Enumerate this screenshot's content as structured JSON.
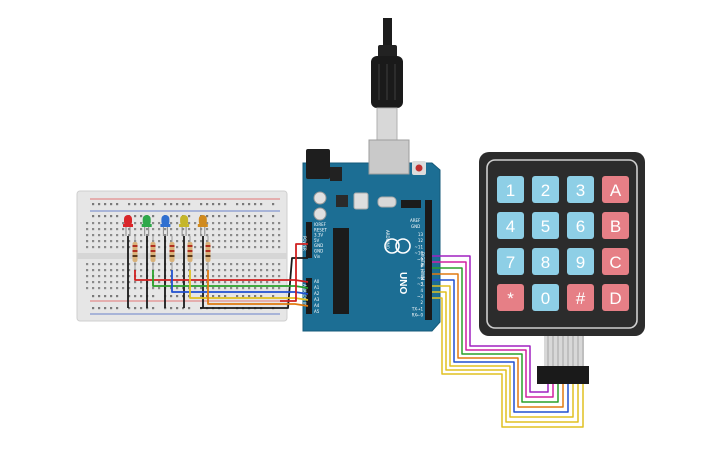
{
  "board": {
    "logo_text": "UNO",
    "brand_text": "ARDUINO",
    "aref": "AREF",
    "gnd": "GND",
    "power_label": "POWER",
    "analog_label": "ANALOG IN",
    "digital_label": "DIGITAL (PWM ~)",
    "power_pins": [
      "IOREF",
      "RESET",
      "3.3V",
      "5V",
      "GND",
      "GND",
      "Vin"
    ],
    "analog_pins": [
      "A0",
      "A1",
      "A2",
      "A3",
      "A4",
      "A5"
    ],
    "digital_pins": [
      "13",
      "12",
      "~11",
      "~10",
      "~9",
      "8",
      "7",
      "~6",
      "~5",
      "4",
      "~3",
      "2",
      "TX→1",
      "RX←0"
    ]
  },
  "keypad": {
    "keys": [
      [
        "1",
        "2",
        "3",
        "A"
      ],
      [
        "4",
        "5",
        "6",
        "B"
      ],
      [
        "7",
        "8",
        "9",
        "C"
      ],
      [
        "*",
        "0",
        "#",
        "D"
      ]
    ],
    "colors": {
      "numeric": "#8ecfe6",
      "alpha": "#e67f86",
      "body": "#2c2c2c"
    }
  },
  "leds": {
    "colors": [
      "#d9262a",
      "#2ea84a",
      "#2f6fd0",
      "#c5b62a",
      "#d08a1e"
    ]
  },
  "wire_colors": {
    "black": "#1a1a1a",
    "red": "#d02020",
    "green": "#2aa02a",
    "yellow": "#e0c020",
    "blue": "#2050d0",
    "orange": "#e07a10",
    "purple": "#a020c0",
    "magenta": "#d020a0"
  }
}
